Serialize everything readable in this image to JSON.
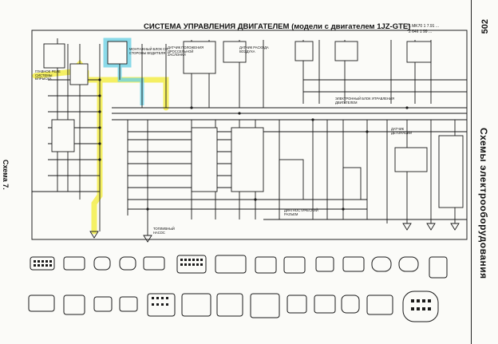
{
  "header": {
    "page_number": "502",
    "section_title": "Схемы электрооборудования",
    "figure_label": "Схема 7.",
    "diagram_title": "СИСТЕМА УПРАВЛЕНИЯ ДВИГАТЕЛЕМ (модели с двигателем 1JZ-GTE)",
    "vin_lines": [
      "*1 MK70 1 7.91 ...",
      "*2 64II 1 99 ..."
    ]
  },
  "labels": {
    "main_relay": "ГЛАВНОЕ РЕЛЕ СИСТЕМЫ ВПРЫСКА",
    "throttle_sensor": "ДАТЧИК ПОЛОЖЕНИЯ ДРОССЕЛЬНОЙ ЗАСЛОНКИ",
    "air_flow_sensor": "ДАТЧИК РАСХОДА ВОЗДУХА",
    "engine_ecu": "ЭЛЕКТРОННЫЙ БЛОК УПРАВЛЕНИЯ ДВИГАТЕЛЕМ",
    "mount_block": "МОНТАЖНЫЙ БЛОК СО СТОРОНЫ ВОДИТЕЛЯ",
    "fuel_pump": "ТОПЛИВНЫЙ НАСОС",
    "knock_sensor": "ДАТЧИК ДЕТОНАЦИИ",
    "dlc": "ДИАГНОСТИЧЕСКИЙ РАЗЪЕМ"
  },
  "colors": {
    "wire": "#1a1a1a",
    "highlight_yellow": "#f3ee4a",
    "highlight_cyan": "#6fd3e6"
  }
}
